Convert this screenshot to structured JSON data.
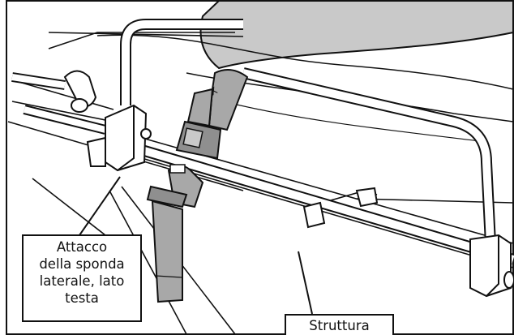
{
  "callouts": {
    "head_attachment": {
      "lines": [
        "Attacco",
        "della sponda",
        "laterale, lato",
        "testa"
      ]
    },
    "frame": {
      "text": "Struttura"
    }
  },
  "colors": {
    "mattress_fill": "#c9c9c9",
    "strap_fill": "#a8a8a8",
    "buckle_fill": "#8f8f8f",
    "line": "#111111",
    "background": "#ffffff"
  }
}
